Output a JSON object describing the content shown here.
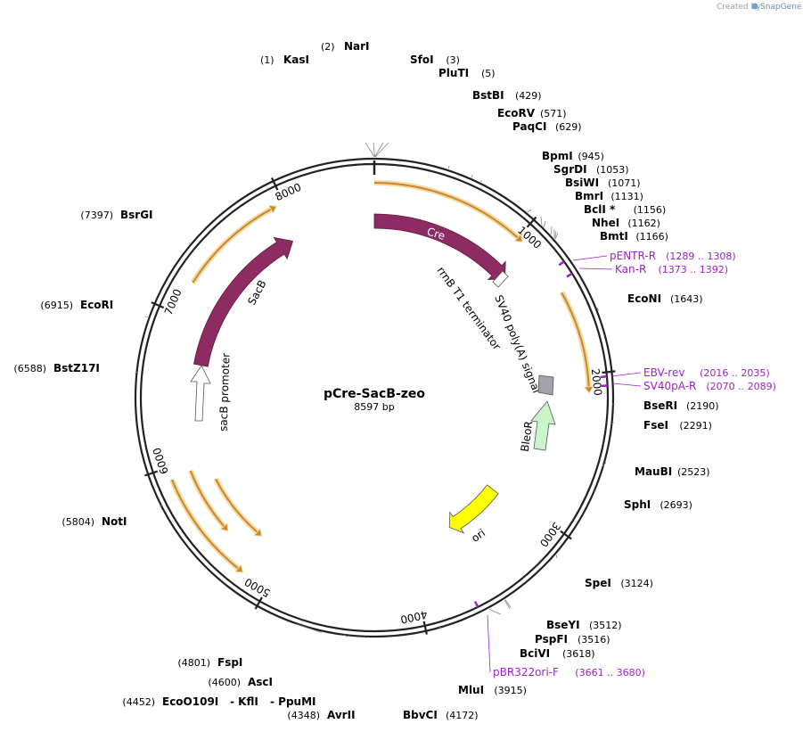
{
  "credit": {
    "prefix": "Created by",
    "brand": "SnapGene"
  },
  "plasmid": {
    "name": "pCre-SacB-zeo",
    "size_label": "8597 bp",
    "length": 8597
  },
  "ticks": [
    "1000",
    "2000",
    "3000",
    "4000",
    "5000",
    "6000",
    "7000",
    "8000"
  ],
  "sites": [
    {
      "name": "NarI",
      "pos": "(2)"
    },
    {
      "name": "KasI",
      "pos": "(1)"
    },
    {
      "name": "SfoI",
      "pos": "(3)"
    },
    {
      "name": "PluTI",
      "pos": "(5)"
    },
    {
      "name": "BstBI",
      "pos": "(429)"
    },
    {
      "name": "EcoRV",
      "pos": "(571)"
    },
    {
      "name": "PaqCI",
      "pos": "(629)"
    },
    {
      "name": "BpmI",
      "pos": "(945)"
    },
    {
      "name": "SgrDI",
      "pos": "(1053)"
    },
    {
      "name": "BsiWI",
      "pos": "(1071)"
    },
    {
      "name": "BmrI",
      "pos": "(1131)"
    },
    {
      "name": "BclI *",
      "pos": "(1156)"
    },
    {
      "name": "NheI",
      "pos": "(1162)"
    },
    {
      "name": "BmtI",
      "pos": "(1166)"
    },
    {
      "name": "EcoNI",
      "pos": "(1643)"
    },
    {
      "name": "BseRI",
      "pos": "(2190)"
    },
    {
      "name": "FseI",
      "pos": "(2291)"
    },
    {
      "name": "MauBI",
      "pos": "(2523)"
    },
    {
      "name": "SphI",
      "pos": "(2693)"
    },
    {
      "name": "SpeI",
      "pos": "(3124)"
    },
    {
      "name": "BseYI",
      "pos": "(3512)"
    },
    {
      "name": "PspFI",
      "pos": "(3516)"
    },
    {
      "name": "BciVI",
      "pos": "(3618)"
    },
    {
      "name": "MluI",
      "pos": "(3915)"
    },
    {
      "name": "BbvCI",
      "pos": "(4172)"
    },
    {
      "name": "AvrII",
      "pos": "(4348)"
    },
    {
      "name": "EcoO109I",
      "pos": "(4452)"
    },
    {
      "name": "- KflI",
      "pos": ""
    },
    {
      "name": "- PpuMI",
      "pos": ""
    },
    {
      "name": "AscI",
      "pos": "(4600)"
    },
    {
      "name": "FspI",
      "pos": "(4801)"
    },
    {
      "name": "NotI",
      "pos": "(5804)"
    },
    {
      "name": "BstZ17I",
      "pos": "(6588)"
    },
    {
      "name": "EcoRI",
      "pos": "(6915)"
    },
    {
      "name": "BsrGI",
      "pos": "(7397)"
    }
  ],
  "primers": [
    {
      "name": "pENTR-R",
      "range": "(1289 .. 1308)"
    },
    {
      "name": "Kan-R",
      "range": "(1373 .. 1392)"
    },
    {
      "name": "EBV-rev",
      "range": "(2016 .. 2035)"
    },
    {
      "name": "SV40pA-R",
      "range": "(2070 .. 2089)"
    },
    {
      "name": "pBR322ori-F",
      "range": "(3661 .. 3680)"
    }
  ],
  "features": [
    {
      "name": "Cre",
      "color": "#8e2b62"
    },
    {
      "name": "SacB",
      "color": "#8e2b62"
    },
    {
      "name": "rrnB T1 terminator",
      "color": "#ffffff"
    },
    {
      "name": "SV40 poly(A) signal",
      "color": "#a0a0a0"
    },
    {
      "name": "BleoR",
      "color": "#c9f5c9"
    },
    {
      "name": "ori",
      "color": "#ffff00"
    },
    {
      "name": "sacB promoter",
      "color": "#ffffff"
    }
  ],
  "colors": {
    "orf_arc": "#f5d9a3",
    "orf_core": "#c8892a",
    "primer": "#a020c8"
  }
}
